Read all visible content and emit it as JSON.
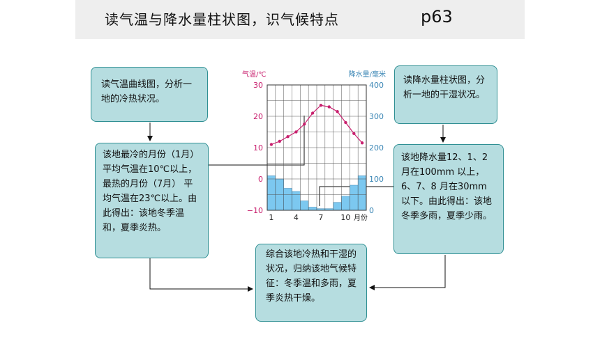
{
  "header": {
    "title": "读气温与降水量柱状图，识气候特点",
    "page": "p63"
  },
  "boxes": {
    "temp_instruction": "读气温曲线图，分析一地的冷热状况。",
    "temp_result": "该地最冷的月份（1月） 平均气温在10℃以上，最热的月份（7月） 平均气温在23℃以上。由此得出：该地冬季温和，夏季炎热。",
    "precip_instruction": "读降水量柱状图，分析一地的干湿状况。",
    "precip_result": "该地降水量12、1、2 月在100mm 以上， 6、7、8 月在30mm 以下。由此得出：该地冬季多雨，夏季少雨。",
    "conclusion": "综合该地冷热和干湿的状况，归纳该地气候特征：冬季温和多雨，夏季炎热干燥。"
  },
  "colors": {
    "box_fill": "#b6dde0",
    "box_border": "#2f8f93",
    "temp_color": "#c8206e",
    "precip_color": "#3a86b5",
    "bar_fill": "#7cc8f0"
  },
  "chart_data": {
    "type": "bar+line",
    "temp_axis_label": "气温/℃",
    "precip_axis_label": "降水量/毫米",
    "temp_ticks": [
      "30",
      "20",
      "10",
      "0",
      "−10"
    ],
    "precip_ticks": [
      "400",
      "300",
      "200",
      "100",
      "0"
    ],
    "x_ticks": [
      "1",
      "4",
      "7",
      "10"
    ],
    "x_unit": "月份",
    "temp_ylim": [
      -10,
      30
    ],
    "precip_ylim": [
      0,
      400
    ],
    "months": [
      1,
      2,
      3,
      4,
      5,
      6,
      7,
      8,
      9,
      10,
      11,
      12
    ],
    "temperature": [
      11,
      12,
      13.5,
      15,
      17.5,
      21,
      23.5,
      23,
      21.5,
      18,
      14.5,
      11.5
    ],
    "precipitation": [
      110,
      100,
      70,
      60,
      30,
      10,
      5,
      5,
      25,
      45,
      80,
      110
    ]
  }
}
